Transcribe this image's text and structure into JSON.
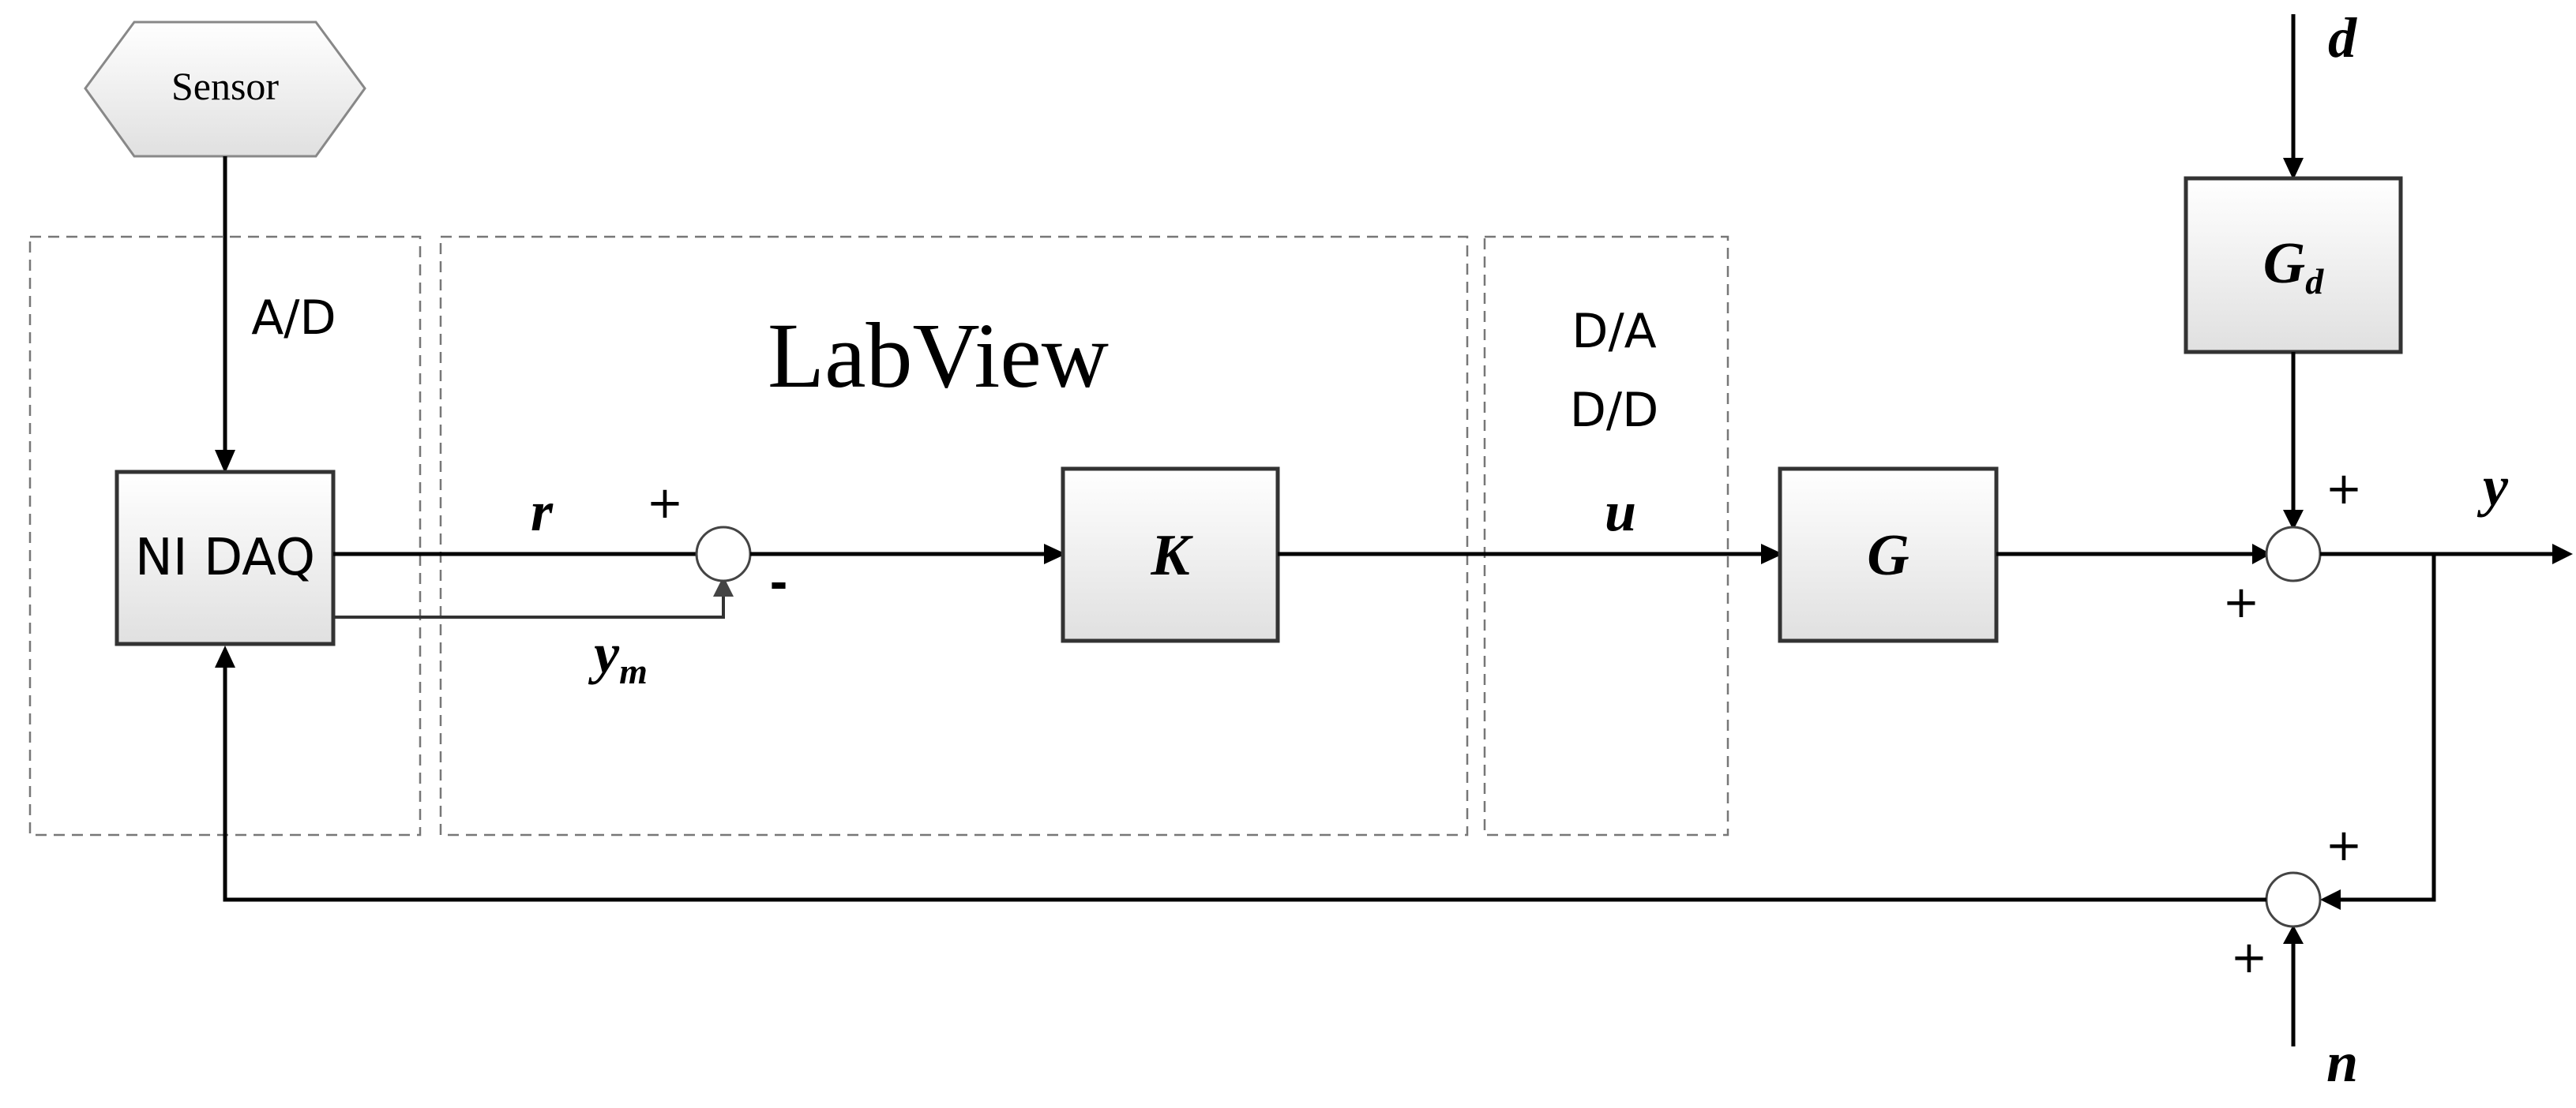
{
  "sensor": {
    "label": "Sensor"
  },
  "converters": {
    "ad": "A/D",
    "da": "D/A",
    "dd": "D/D"
  },
  "software": {
    "title": "LabView"
  },
  "blocks": {
    "daq": "NI DAQ",
    "controller": "K",
    "plant": "G",
    "disturbance_main": "G",
    "disturbance_sub": "d"
  },
  "signals": {
    "r": "r",
    "ym_main": "y",
    "ym_sub": "m",
    "u": "u",
    "y": "y",
    "d": "d",
    "n": "n"
  },
  "signs": {
    "sum1_r": "+",
    "sum1_ym": "-",
    "sum2_gd": "+",
    "sum2_g": "+",
    "sum3_y": "+",
    "sum3_n": "+"
  },
  "colors": {
    "line": "#000000",
    "dashed_border": "#777777",
    "block_gradient_top": "#ffffff",
    "block_gradient_bottom": "#e0e0e0"
  }
}
